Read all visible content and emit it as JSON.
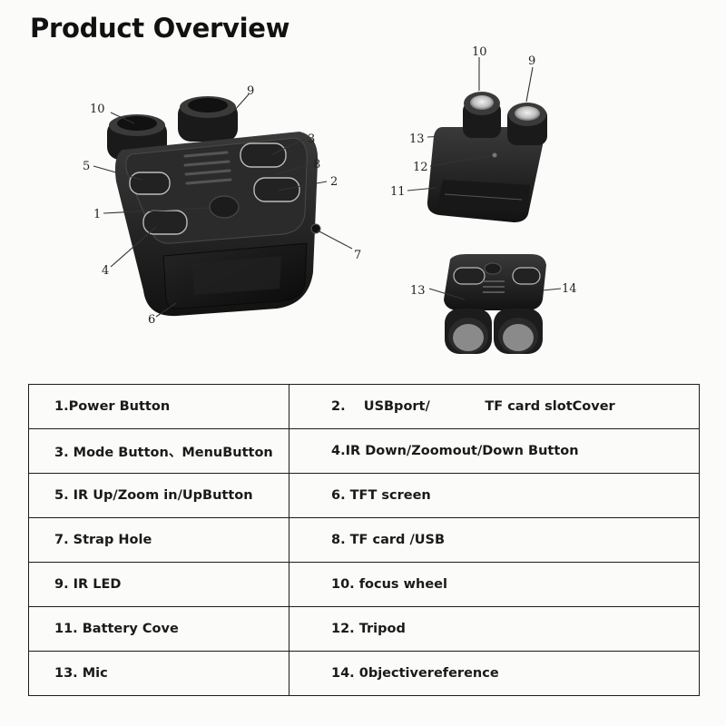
{
  "title": "Product Overview",
  "callouts": {
    "main": [
      "10",
      "9",
      "3",
      "5",
      "8",
      "2",
      "1",
      "7",
      "4",
      "6"
    ],
    "top_right": [
      "10",
      "9",
      "13",
      "12",
      "11"
    ],
    "bottom_right": [
      "13",
      "14"
    ]
  },
  "table": {
    "rows": [
      {
        "left": "1.Power Button",
        "right": "2.    USBport/            TF card slotCover"
      },
      {
        "left": "3. Mode Button、MenuButton",
        "right": "4.IR Down/Zoomout/Down Button"
      },
      {
        "left": "5. IR Up/Zoom in/UpButton",
        "right": "6. TFT screen"
      },
      {
        "left": "7. Strap Hole",
        "right": "8. TF card /USB"
      },
      {
        "left": "9. IR LED",
        "right": "10. focus wheel"
      },
      {
        "left": "11. Battery Cove",
        "right": "12. Tripod"
      },
      {
        "left": "13. Mic",
        "right": "14. 0bjectivereference"
      }
    ]
  }
}
